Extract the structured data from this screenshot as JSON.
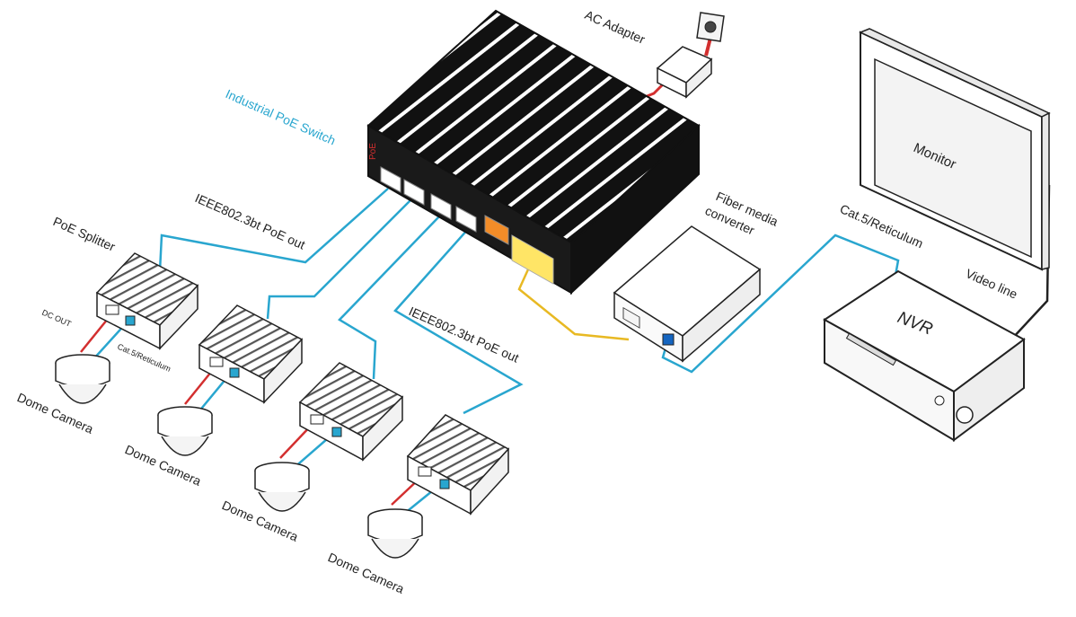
{
  "labels": {
    "ac_adapter": "AC Adapter",
    "switch": "Industrial PoE Switch",
    "poe_badge": "PoE",
    "poe_out_1": "IEEE802.3bt PoE out",
    "poe_out_2": "IEEE802.3bt PoE out",
    "poe_splitter": "PoE Splitter",
    "dc_out": "DC OUT",
    "cat5_small": "Cat.5/Reticulum",
    "fiber_converter_1": "Fiber media",
    "fiber_converter_2": "converter",
    "cat5_nvr": "Cat.5/Reticulum",
    "video_line": "Video line",
    "monitor": "Monitor",
    "nvr": "NVR",
    "dome_camera_1": "Dome Camera",
    "dome_camera_2": "Dome Camera",
    "dome_camera_3": "Dome Camera",
    "dome_camera_4": "Dome Camera"
  },
  "colors": {
    "ethernet": "#29a6cf",
    "power": "#d32f2f",
    "fiber": "#e8b923",
    "device_body": "#1a1a1a",
    "outline": "#222222",
    "label_accent": "#29a6cf"
  }
}
